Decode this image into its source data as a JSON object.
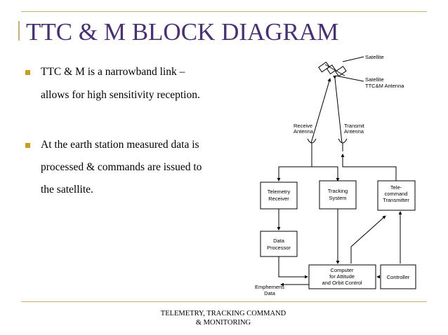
{
  "slide": {
    "title": "TTC & M BLOCK DIAGRAM",
    "bullets": [
      {
        "line1": "TTC & M is a narrowband link –",
        "line2": "allows for high sensitivity reception."
      },
      {
        "line1": "At the earth station measured data is",
        "line2": "processed & commands are issued to",
        "line3": "the satellite."
      }
    ],
    "footer": {
      "line1": "TELEMETRY, TRACKING COMMAND",
      "line2": "& MONITORING"
    }
  },
  "diagram": {
    "satellite": "Satellite",
    "sat_antenna_1": "Satellite",
    "sat_antenna_2": "TTC&M Antenna",
    "receive_1": "Receive",
    "receive_2": "Antenna",
    "transmit_1": "Transmit",
    "transmit_2": "Antenna",
    "telemetry_1": "Telemetry",
    "telemetry_2": "Receiver",
    "tracking_1": "Tracking",
    "tracking_2": "System",
    "telecommand_1": "Tele-",
    "telecommand_2": "command",
    "telecommand_3": "Transmitter",
    "processor_1": "Data",
    "processor_2": "Processor",
    "computer_1": "Computer",
    "computer_2": "for Attitude",
    "computer_3": "and Orbit Control",
    "controller": "Controller",
    "ephemeris_1": "Emphemeris",
    "ephemeris_2": "Data"
  }
}
